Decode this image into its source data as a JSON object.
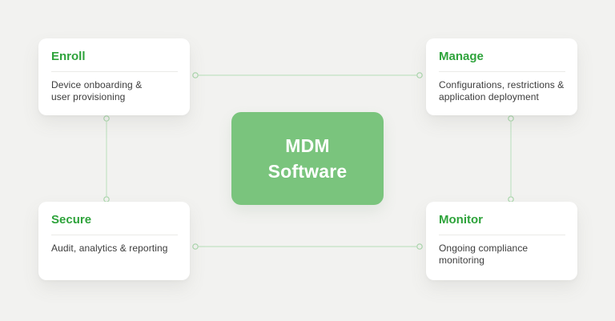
{
  "diagram": {
    "center": {
      "line1": "MDM",
      "line2": "Software"
    },
    "cards": [
      {
        "id": "enroll",
        "title": "Enroll",
        "line1": "Device onboarding &",
        "line2": "user provisioning"
      },
      {
        "id": "manage",
        "title": "Manage",
        "line1": "Configurations, restrictions &",
        "line2": "application deployment"
      },
      {
        "id": "secure",
        "title": "Secure",
        "line1": "Audit, analytics & reporting",
        "line2": ""
      },
      {
        "id": "monitor",
        "title": "Monitor",
        "line1": "Ongoing compliance",
        "line2": "monitoring"
      }
    ],
    "connections": [
      "enroll-manage",
      "enroll-secure",
      "manage-monitor",
      "secure-monitor"
    ],
    "colors": {
      "background": "#F2F2F0",
      "card_background": "#FFFFFF",
      "title_green": "#2EA33B",
      "center_box_green": "#7AC47D",
      "center_text": "#FFFFFF",
      "body_text": "#3C3C3C",
      "divider": "#EAEAE8",
      "connector_line": "#C9E5CA",
      "connector_node": "#A9D6AB"
    }
  }
}
